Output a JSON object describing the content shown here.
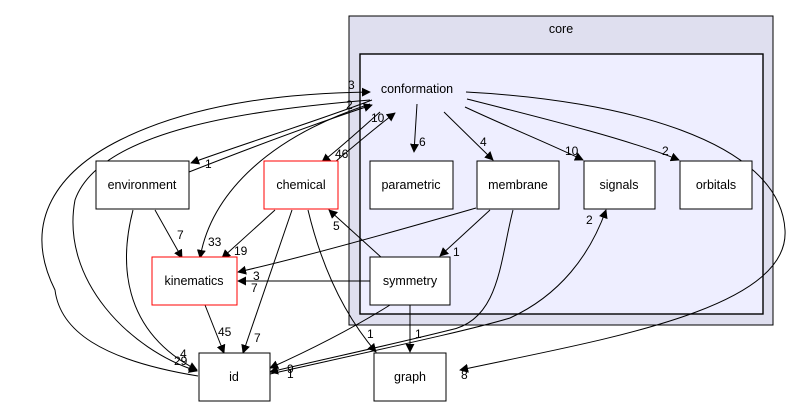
{
  "clusters": [
    {
      "id": "core",
      "label": "core",
      "fill": "#dfdfef",
      "stroke": "#000000"
    },
    {
      "id": "conformation",
      "label": "conformation",
      "fill": "#eeeeff",
      "stroke": "#000000"
    }
  ],
  "nodes": [
    {
      "id": "conformation",
      "label": "conformation",
      "boxed": false,
      "border": "none"
    },
    {
      "id": "parametric",
      "label": "parametric",
      "border": "#000000"
    },
    {
      "id": "membrane",
      "label": "membrane",
      "border": "#000000"
    },
    {
      "id": "signals",
      "label": "signals",
      "border": "#000000"
    },
    {
      "id": "orbitals",
      "label": "orbitals",
      "border": "#000000"
    },
    {
      "id": "symmetry",
      "label": "symmetry",
      "border": "#000000"
    },
    {
      "id": "environment",
      "label": "environment",
      "border": "#000000"
    },
    {
      "id": "chemical",
      "label": "chemical",
      "border": "#ff0000"
    },
    {
      "id": "kinematics",
      "label": "kinematics",
      "border": "#ff0000"
    },
    {
      "id": "id",
      "label": "id",
      "border": "#000000"
    },
    {
      "id": "graph",
      "label": "graph",
      "border": "#000000"
    }
  ],
  "edges": [
    {
      "from": "conformation",
      "to": "parametric",
      "label": "6"
    },
    {
      "from": "conformation",
      "to": "membrane",
      "label": "4"
    },
    {
      "from": "conformation",
      "to": "signals",
      "label": "10"
    },
    {
      "from": "conformation",
      "to": "orbitals",
      "label": "2"
    },
    {
      "from": "conformation",
      "to": "graph",
      "label": "8"
    },
    {
      "from": "conformation",
      "to": "environment",
      "label": "1"
    },
    {
      "from": "conformation",
      "to": "chemical",
      "label": "46"
    },
    {
      "from": "conformation",
      "to": "kinematics",
      "label": "33"
    },
    {
      "from": "conformation",
      "to": "id",
      "label": "29"
    },
    {
      "from": "environment",
      "to": "conformation",
      "label": "2"
    },
    {
      "from": "environment",
      "to": "kinematics",
      "label": "7"
    },
    {
      "from": "environment",
      "to": "id",
      "label": "4"
    },
    {
      "from": "chemical",
      "to": "conformation",
      "label": "10"
    },
    {
      "from": "chemical",
      "to": "kinematics",
      "label": "19"
    },
    {
      "from": "chemical",
      "to": "id",
      "label": "7"
    },
    {
      "from": "chemical",
      "to": "graph",
      "label": "1"
    },
    {
      "from": "id",
      "to": "conformation",
      "label": "3"
    },
    {
      "from": "membrane",
      "to": "kinematics",
      "label": "3"
    },
    {
      "from": "membrane",
      "to": "symmetry",
      "label": "1"
    },
    {
      "from": "membrane",
      "to": "id",
      "label": "9"
    },
    {
      "from": "symmetry",
      "to": "chemical",
      "label": "5"
    },
    {
      "from": "symmetry",
      "to": "kinematics",
      "label": "7"
    },
    {
      "from": "symmetry",
      "to": "graph",
      "label": "1"
    },
    {
      "from": "symmetry",
      "to": "id",
      "label": "1"
    },
    {
      "from": "id",
      "to": "signals",
      "label": "2"
    },
    {
      "from": "kinematics",
      "to": "id",
      "label": "45"
    }
  ]
}
